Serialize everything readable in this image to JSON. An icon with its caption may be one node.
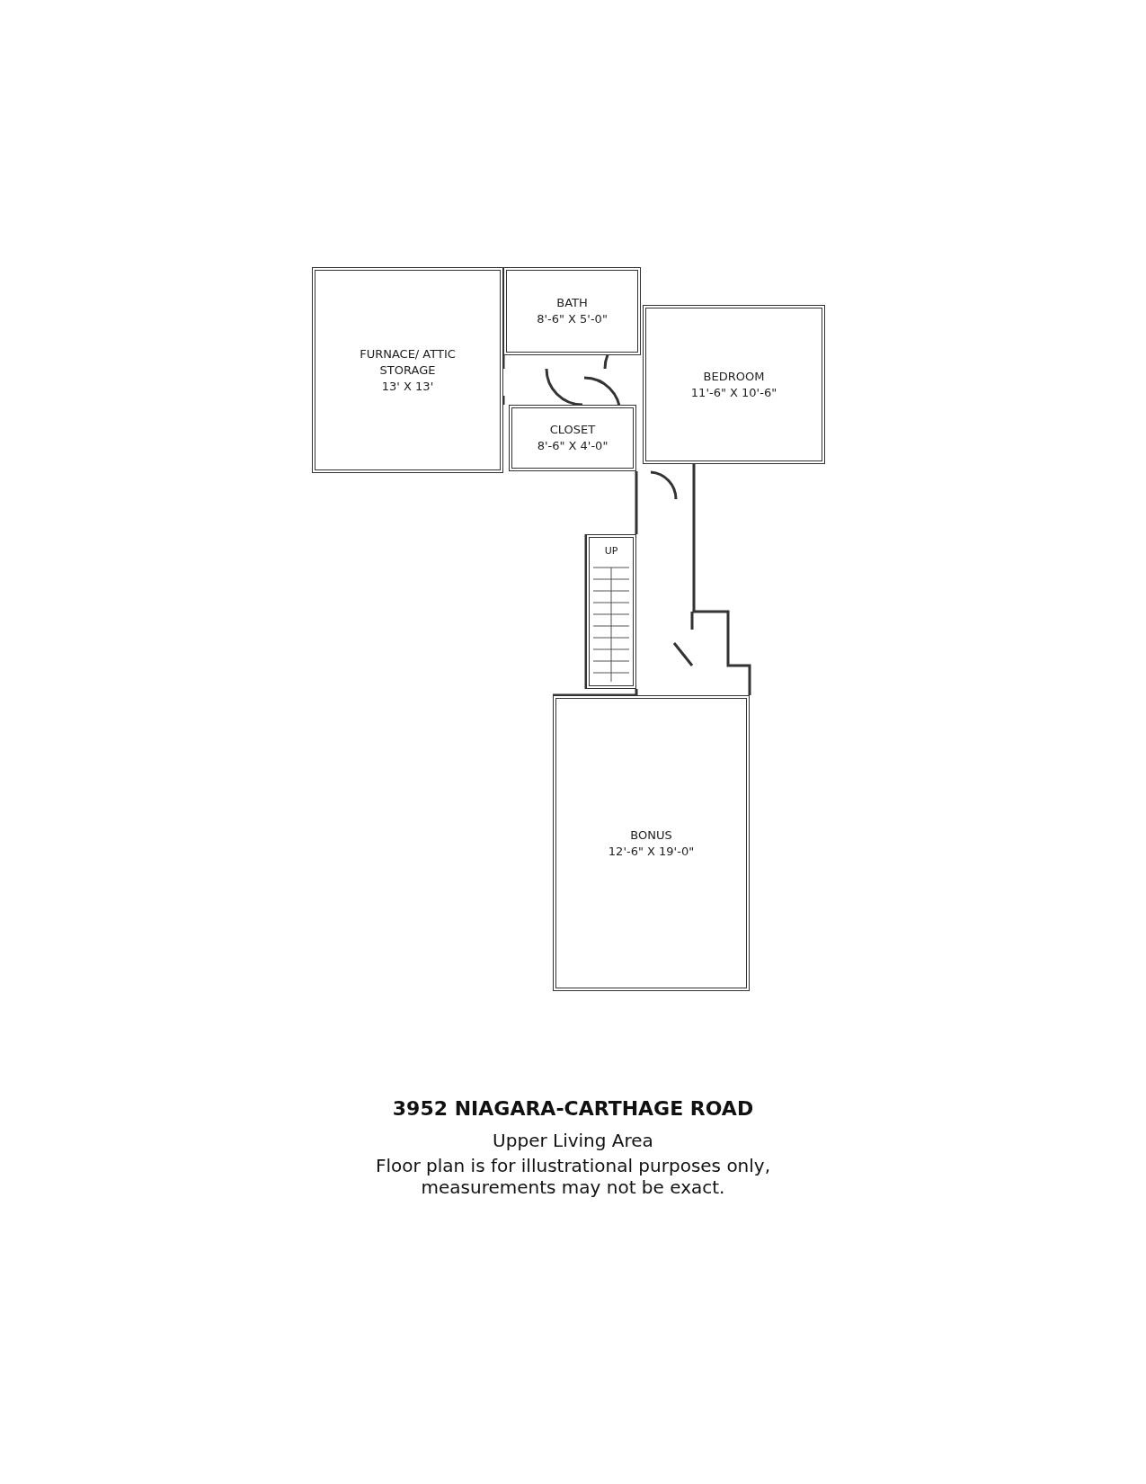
{
  "diagram": {
    "title": "3952 NIAGARA-CARTHAGE ROAD",
    "nodes": [
      {
        "text": [
          "FURNACE/ ATTIC STORAGE",
          "13' X 13'"
        ]
      },
      {
        "text": [
          "BATH",
          "8'-6\" X 5'-0\""
        ]
      },
      {
        "text": [
          "CLOSET",
          "8'-6\" X 4'-0\""
        ]
      },
      {
        "text": [
          "BEDROOM",
          "11'-6\" X 10'-6\""
        ]
      },
      {
        "text": [
          "UP"
        ]
      },
      {
        "text": [
          "BONUS",
          "12'-6\" X 19'-0\""
        ]
      }
    ],
    "labels": [
      "Upper Living Area",
      "Floor plan is for illustrational purposes only, measurements may not be exact."
    ]
  }
}
